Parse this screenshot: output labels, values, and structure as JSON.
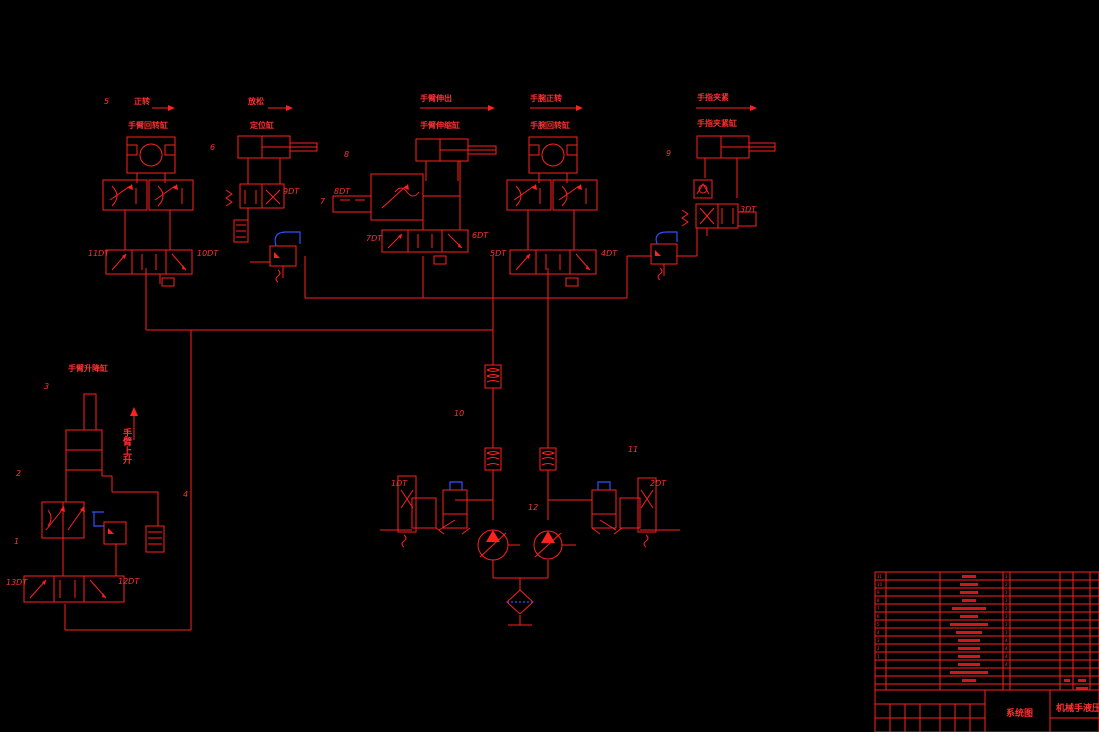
{
  "actuators": {
    "a1": {
      "motion": "正转",
      "name": "手臂回转缸"
    },
    "a2": {
      "motion": "放松",
      "name": "定位缸"
    },
    "a3": {
      "motion": "手臂伸出",
      "name": "手臂伸缩缸"
    },
    "a4": {
      "motion": "手腕正转",
      "name": "手腕回转缸"
    },
    "a5": {
      "motion": "手指夹紧",
      "name": "手指夹紧缸"
    },
    "lift": {
      "name": "手臂升降缸",
      "motion": "手臂上升"
    }
  },
  "callouts": [
    "1",
    "2",
    "3",
    "4",
    "5",
    "6",
    "7",
    "8",
    "9",
    "10",
    "11",
    "12"
  ],
  "solenoids": [
    "1DT",
    "2DT",
    "3DT",
    "4DT",
    "5DT",
    "6DT",
    "7DT",
    "8DT",
    "9DT",
    "10DT",
    "11DT",
    "12DT",
    "13DT"
  ],
  "title_block": {
    "drawing_name": "系统图",
    "project": "机械手液压"
  },
  "colors": {
    "background": "#000000",
    "line": "#ff2020",
    "accent": "#3050ff"
  }
}
